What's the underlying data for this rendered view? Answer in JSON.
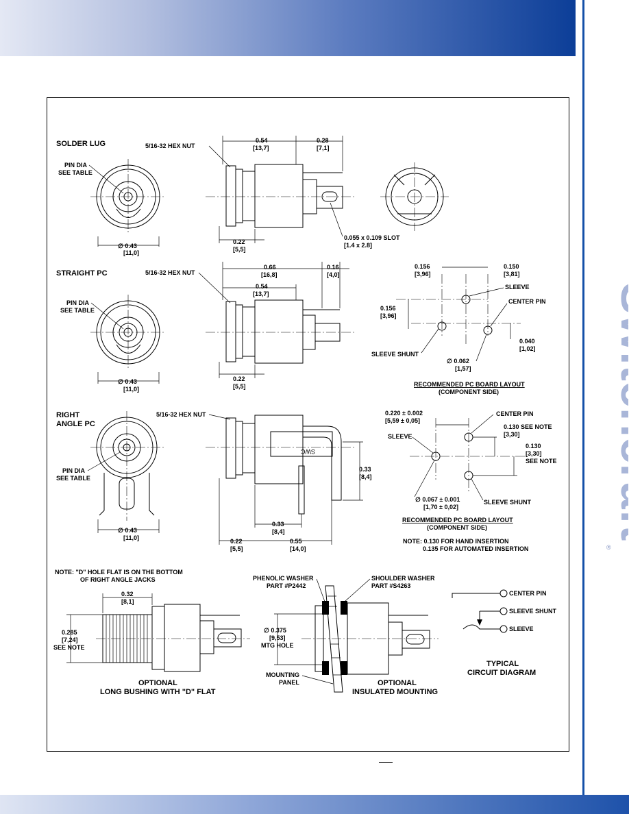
{
  "brand": {
    "name": "Switchcraft",
    "registered": "®"
  },
  "solder_lug": {
    "title": "SOLDER LUG",
    "hex_nut": "5/16-32 HEX NUT",
    "pin_dia_1": "PIN DIA",
    "pin_dia_2": "SEE TABLE",
    "dim_054": "0.54",
    "dim_054_mm": "[13,7]",
    "dim_028": "0.28",
    "dim_028_mm": "[7,1]",
    "dim_022": "0.22",
    "dim_022_mm": "[5,5]",
    "dia_043": "∅ 0.43",
    "dia_043_mm": "[11,0]",
    "slot": "0.055 x 0.109 SLOT",
    "slot_mm": "[1.4 x 2.8]"
  },
  "straight_pc": {
    "title": "STRAIGHT PC",
    "hex_nut": "5/16-32 HEX NUT",
    "pin_dia_1": "PIN DIA",
    "pin_dia_2": "SEE TABLE",
    "dim_066": "0.66",
    "dim_066_mm": "[16,8]",
    "dim_016": "0.16",
    "dim_016_mm": "[4,0]",
    "dim_054": "0.54",
    "dim_054_mm": "[13,7]",
    "dim_022": "0.22",
    "dim_022_mm": "[5,5]",
    "dia_043": "∅ 0.43",
    "dia_043_mm": "[11,0]",
    "layout": {
      "d156a": "0.156",
      "d156a_mm": "[3,96]",
      "d150": "0.150",
      "d150_mm": "[3,81]",
      "d156b": "0.156",
      "d156b_mm": "[3,96]",
      "sleeve": "SLEEVE",
      "center_pin": "CENTER PIN",
      "sleeve_shunt": "SLEEVE SHUNT",
      "d040": "0.040",
      "d040_mm": "[1,02]",
      "d062": "∅ 0.062",
      "d062_mm": "[1,57]",
      "caption_1": "RECOMMENDED PC BOARD LAYOUT",
      "caption_2": "(COMPONENT SIDE)"
    }
  },
  "right_angle": {
    "title_1": "RIGHT",
    "title_2": "ANGLE PC",
    "hex_nut": "5/16-32 HEX NUT",
    "pin_dia_1": "PIN DIA",
    "pin_dia_2": "SEE TABLE",
    "swc": "SWC",
    "dim_033v": "0.33",
    "dim_033v_mm": "[8,4]",
    "dim_033h": "0.33",
    "dim_033h_mm": "[8,4]",
    "dim_022": "0.22",
    "dim_022_mm": "[5,5]",
    "dim_055": "0.55",
    "dim_055_mm": "[14,0]",
    "dia_043": "∅ 0.43",
    "dia_043_mm": "[11,0]",
    "layout": {
      "d220": "0.220 ± 0.002",
      "d220_mm": "[5,59 ± 0,05]",
      "center_pin": "CENTER PIN",
      "d130a": "0.130 SEE NOTE",
      "d130a_mm": "[3,30]",
      "sleeve": "SLEEVE",
      "d130b": "0.130",
      "d130b_mm": "[3,30]",
      "d130b_note": "SEE NOTE",
      "sleeve_shunt": "SLEEVE SHUNT",
      "d067": "∅ 0.067 ± 0.001",
      "d067_mm": "[1,70 ± 0,02]",
      "caption_1": "RECOMMENDED PC BOARD LAYOUT",
      "caption_2": "(COMPONENT SIDE)",
      "note_1": "NOTE: 0.130 FOR HAND INSERTION",
      "note_2": "0.135 FOR AUTOMATED INSERTION"
    }
  },
  "optional_bushing": {
    "note_1": "NOTE: \"D\" HOLE FLAT IS ON THE BOTTOM",
    "note_2": "OF RIGHT ANGLE JACKS",
    "dim_032": "0.32",
    "dim_032_mm": "[8,1]",
    "dim_285": "0.285",
    "dim_285_mm": "[7,24]",
    "dim_285_note": "SEE NOTE",
    "caption_1": "OPTIONAL",
    "caption_2": "LONG BUSHING WITH \"D\" FLAT"
  },
  "optional_insulated": {
    "phenolic_1": "PHENOLIC WASHER",
    "phenolic_2": "PART #P2442",
    "shoulder_1": "SHOULDER WASHER",
    "shoulder_2": "PART #S4263",
    "dia_375": "∅ 0.375",
    "dia_375_mm": "[9,53]",
    "mtg_hole": "MTG HOLE",
    "panel_1": "MOUNTING",
    "panel_2": "PANEL",
    "caption_1": "OPTIONAL",
    "caption_2": "INSULATED MOUNTING"
  },
  "circuit": {
    "center_pin": "CENTER PIN",
    "sleeve_shunt": "SLEEVE SHUNT",
    "sleeve": "SLEEVE",
    "caption_1": "TYPICAL",
    "caption_2": "CIRCUIT DIAGRAM"
  },
  "colors": {
    "brand_blue": "#0c3e98",
    "accent": "#5c7cc0"
  }
}
